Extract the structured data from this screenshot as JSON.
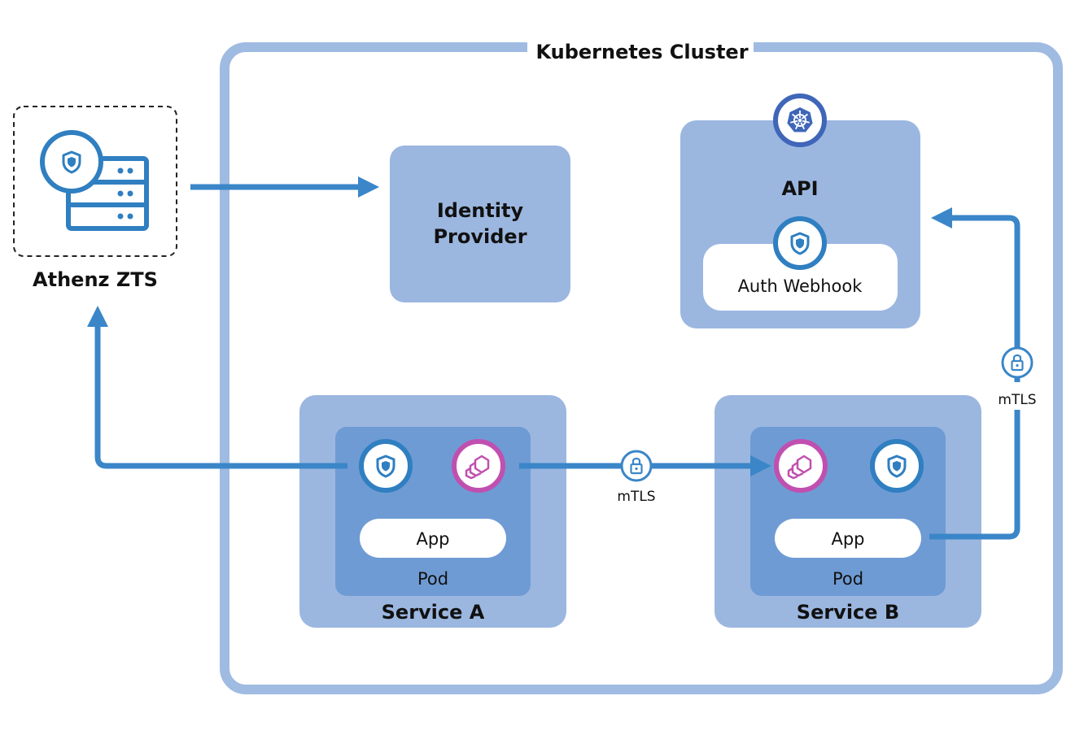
{
  "cluster": {
    "title": "Kubernetes Cluster"
  },
  "athenz": {
    "label": "Athenz ZTS"
  },
  "identity_provider": {
    "line1": "Identity",
    "line2": "Provider"
  },
  "api": {
    "label": "API",
    "webhook_label": "Auth Webhook"
  },
  "service_a": {
    "label": "Service A",
    "app_label": "App",
    "pod_label": "Pod"
  },
  "service_b": {
    "label": "Service B",
    "app_label": "App",
    "pod_label": "Pod"
  },
  "connections": {
    "mtls_middle": "mTLS",
    "mtls_right": "mTLS"
  },
  "colors": {
    "cluster_border": "#9fbbe2",
    "box_fill": "#9bb7e0",
    "pod_fill": "#6f9bd4",
    "arrow": "#3a86c8",
    "athenz_icon": "#2f7fc1",
    "kube_icon": "#3f66b8",
    "envoy_icon": "#c050b0"
  }
}
